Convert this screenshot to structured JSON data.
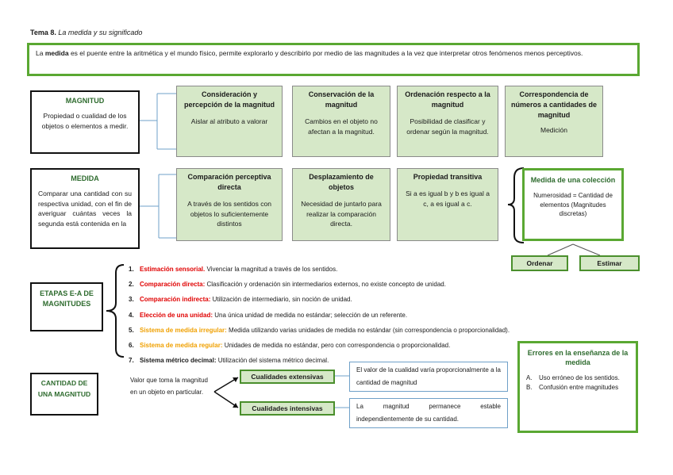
{
  "title": {
    "bold": "Tema 8.",
    "italic": "La medida y su significado"
  },
  "intro": {
    "prefix": "La ",
    "bold": "medida",
    "rest": " es el puente entre la aritmética y el mundo físico, permite explorarlo y describirlo por medio de las magnitudes a la vez que interpretar otros fenómenos menos perceptivos."
  },
  "magnitud": {
    "title": "MAGNITUD",
    "text": "Propiedad o cualidad de los objetos o elementos a medir."
  },
  "magnitud_cards": [
    {
      "title": "Consideración y percepción de la magnitud",
      "text": "Aislar al atributo a valorar"
    },
    {
      "title": "Conservación de la magnitud",
      "text": "Cambios en el objeto no afectan a la magnitud."
    },
    {
      "title": "Ordenación respecto a la magnitud",
      "text": "Posibilidad de clasificar y ordenar según la magnitud."
    },
    {
      "title": "Correspondencia de números a cantidades de magnitud",
      "text": "Medición"
    }
  ],
  "medida": {
    "title": "MEDIDA",
    "text": "Comparar una cantidad con su respectiva unidad, con el fin de averiguar cuántas veces la segunda está contenida en la"
  },
  "medida_cards": [
    {
      "title": "Comparación perceptiva directa",
      "text": "A través de los sentidos con objetos lo suficientemente distintos"
    },
    {
      "title": "Desplazamiento de objetos",
      "text": "Necesidad de juntarlo para realizar la comparación directa."
    },
    {
      "title": "Propiedad transitiva",
      "text": "Si a es igual b y b es igual a c, a es igual a c."
    }
  ],
  "coleccion": {
    "title": "Medida de una colección",
    "text": "Numerosidad = Cantidad de elementos (Magnitudes discretas)"
  },
  "ordenar": "Ordenar",
  "estimar": "Estimar",
  "etapas": {
    "title": "ETAPAS E-A DE MAGNITUDES"
  },
  "etapas_list": [
    {
      "num": "1.",
      "label": "Estimación sensorial.",
      "text": " Vivenciar la magnitud a través de los sentidos.",
      "color": "red"
    },
    {
      "num": "2.",
      "label": "Comparación directa:",
      "text": " Clasificación y ordenación sin intermediarios externos, no existe concepto de unidad.",
      "color": "red"
    },
    {
      "num": "3.",
      "label": "Comparación indirecta:",
      "text": " Utilización de intermediario, sin noción de unidad.",
      "color": "red"
    },
    {
      "num": "4.",
      "label": "Elección de una unidad:",
      "text": " Una única unidad de medida no estándar; selección de un referente.",
      "color": "red"
    },
    {
      "num": "5.",
      "label": "Sistema de medida irregular:",
      "text": " Medida utilizando varias unidades de medida no estándar (sin correspondencia o proporcionalidad).",
      "color": "orange"
    },
    {
      "num": "6.",
      "label": "Sistema de medida regular:",
      "text": " Unidades de medida no estándar, pero con correspondencia o proporcionalidad.",
      "color": "orange"
    },
    {
      "num": "7.",
      "label": "Sistema métrico decimal:",
      "text": " Utilización del sistema métrico decimal.",
      "color": "black"
    }
  ],
  "cantidad": {
    "title": "CANTIDAD DE UNA MAGNITUD",
    "text": "Valor que toma la magnitud en un objeto en particular."
  },
  "cualidades": [
    {
      "label": "Cualidades extensivas",
      "text": "El valor de la cualidad varía proporcionalmente a la cantidad de magnitud"
    },
    {
      "label": "Cualidades intensivas",
      "text": "La magnitud permanece estable independientemente de su cantidad."
    }
  ],
  "errores": {
    "title": "Errores en la enseñanza de la medida",
    "items": [
      {
        "letter": "A.",
        "text": "Uso erróneo de los sentidos."
      },
      {
        "letter": "B.",
        "text": "Confusión entre magnitudes"
      }
    ]
  },
  "colors": {
    "green_border": "#5aa832",
    "card_fill": "#d6e8c8",
    "header_green": "#2e6b2e",
    "red": "#e00000",
    "orange": "#f0a000",
    "blue_line": "#6fa0c8"
  }
}
